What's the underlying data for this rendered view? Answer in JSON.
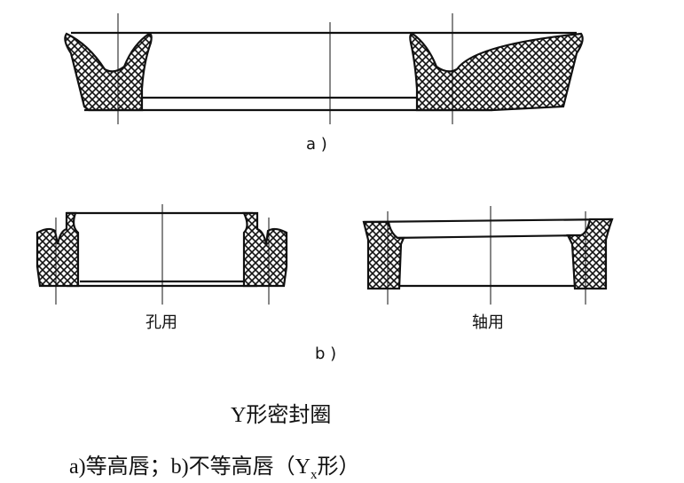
{
  "figure_a": {
    "label": "a )"
  },
  "figure_b": {
    "label": "b )",
    "left_label": "孔用",
    "right_label": "轴用"
  },
  "caption": {
    "title": "Y形密封圈",
    "line_prefix": "a)等高唇；b)不等高唇（Y",
    "subscript": "x",
    "line_suffix": "形）"
  },
  "colors": {
    "ink": "#111111",
    "background": "#ffffff"
  }
}
